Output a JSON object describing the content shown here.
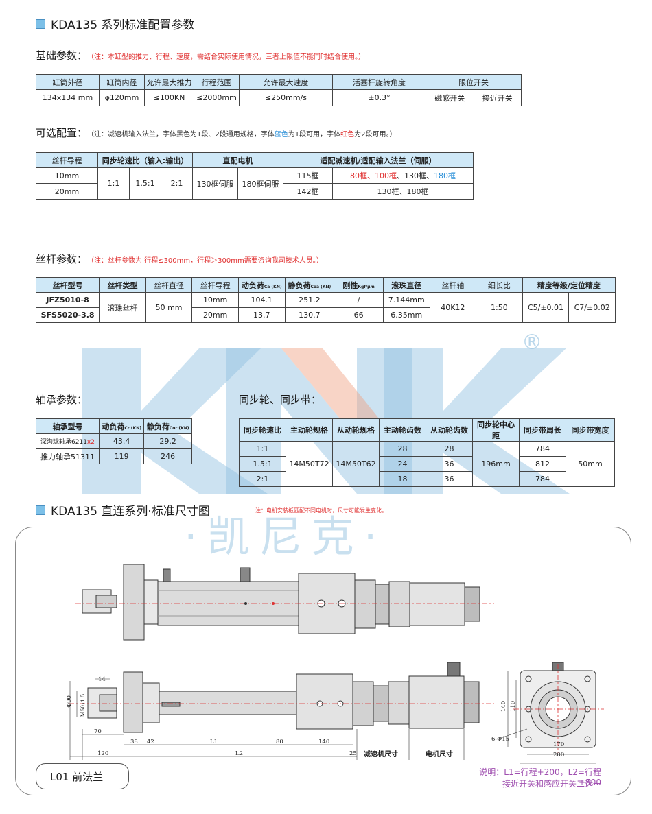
{
  "title": "KDA135 系列标准配置参数",
  "basic": {
    "label": "基础参数：",
    "note": "（注：本缸型的推力、行程、速度，需结合实际使用情况，三者上限值不能同时结合使用。）",
    "headers": [
      "缸筒外径",
      "缸筒内径",
      "允许最大推力",
      "行程范围",
      "允许最大速度",
      "活塞杆旋转角度",
      "限位开关"
    ],
    "values": [
      "134x134 mm",
      "φ120mm",
      "≤100KN",
      "≤2000mm",
      "≤250mm/s",
      "±0.3°"
    ],
    "switches": [
      "磁感开关",
      "接近开关"
    ]
  },
  "optional": {
    "label": "可选配置：",
    "note_pre": "（注：减速机输入法兰，字体黑色为1段、2段通用规格，字体",
    "note_blue": "蓝色",
    "note_mid": "为1段可用，字体",
    "note_red": "红色",
    "note_post": "为2段可用。）",
    "headers": [
      "丝杆导程",
      "同步轮速比（输入:输出）",
      "直配电机",
      "适配减速机/适配输入法兰（伺服）"
    ],
    "leads": [
      "10mm",
      "20mm"
    ],
    "ratios": [
      "1:1",
      "1.5:1",
      "2:1"
    ],
    "motors": [
      "130框伺服",
      "180框伺服"
    ],
    "frames": [
      "115框",
      "142框"
    ],
    "f115_red": "80框、100框",
    "f115_black": "、130框、",
    "f115_blue": "180框",
    "f142": "130框、180框"
  },
  "screw": {
    "label": "丝杆参数：",
    "note": "（注：丝杆参数为 行程≤300mm，行程＞300mm需要咨询我司技术人员。）",
    "headers": [
      "丝杆型号",
      "丝杆类型",
      "丝杆直径",
      "丝杆导程",
      "动负荷",
      "静负荷",
      "刚性",
      "滚珠直径",
      "丝杆轴",
      "细长比",
      "精度等级/定位精度"
    ],
    "dyn_sub": "Ca (KN)",
    "stat_sub": "Coa (KN)",
    "rig_sub": "Kgf/μm",
    "rows": [
      [
        "JFZ5010-8",
        "10mm",
        "104.1",
        "251.2",
        "/",
        "7.144mm"
      ],
      [
        "SFS5020-3.8",
        "20mm",
        "13.7",
        "130.7",
        "66",
        "6.35mm"
      ]
    ],
    "type": "滚珠丝杆",
    "diameter": "50 mm",
    "shaft": "40K12",
    "slender": "1:50",
    "prec1": "C5/±0.01",
    "prec2": "C7/±0.02"
  },
  "bearing": {
    "label": "轴承参数：",
    "headers": [
      "轴承型号",
      "动负荷",
      "静负荷"
    ],
    "dyn_sub": "Cr (KN)",
    "stat_sub": "Cor (KN)",
    "row1_name": "深沟球轴承6211",
    "row1_mult": "x2",
    "row1": [
      "43.4",
      "29.2"
    ],
    "row2_name": "推力轴承51311",
    "row2": [
      "119",
      "246"
    ]
  },
  "sync": {
    "label": "同步轮、同步带：",
    "headers": [
      "同步轮速比",
      "主动轮规格",
      "从动轮规格",
      "主动轮齿数",
      "从动轮齿数",
      "同步轮中心距",
      "同步带周长",
      "同步带宽度"
    ],
    "ratios": [
      "1:1",
      "1.5:1",
      "2:1"
    ],
    "driver": "14M50T72",
    "driven": "14M50T62",
    "driver_teeth": [
      "28",
      "24",
      "18"
    ],
    "driven_teeth": [
      "28",
      "36",
      "36"
    ],
    "center": "196mm",
    "lengths": [
      "784",
      "812",
      "784"
    ],
    "width": "50mm"
  },
  "drawing": {
    "title": "KDA135  直连系列·标准尺寸图",
    "note": "注：电机安装板匹配不同电机时，尺寸可能发生变化。",
    "dims": [
      "14",
      "Φ90",
      "M50x1.5",
      "70",
      "38",
      "42",
      "L1",
      "80",
      "140",
      "120",
      "L2",
      "25",
      "减速机尺寸",
      "电机尺寸",
      "140",
      "110",
      "6-Φ15",
      "170",
      "200"
    ],
    "flange_label": "L01  前法兰",
    "explain1": "说明：L1=行程+200，L2=行程+500",
    "explain2": "接近开关和感应开关二选一"
  },
  "watermark": {
    "letters": "KNK",
    "registered": "®",
    "cn": "·凯尼克·"
  }
}
